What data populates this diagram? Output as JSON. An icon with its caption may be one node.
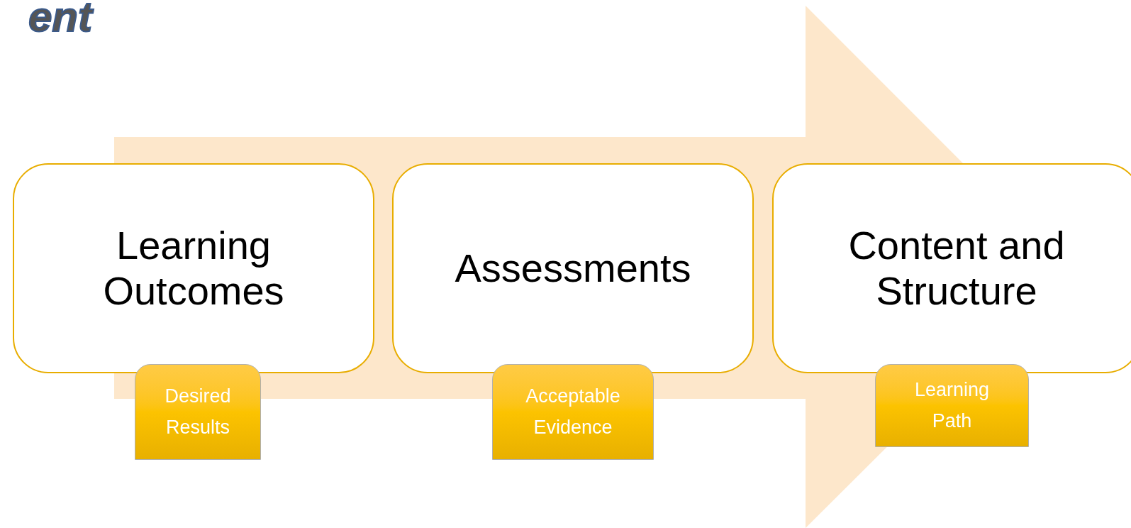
{
  "diagram": {
    "title": "ent",
    "nodes": [
      {
        "text": [
          "Learning Outcomes"
        ]
      },
      {
        "text": [
          "Assessments"
        ]
      },
      {
        "text": [
          "Content and Structure"
        ]
      },
      {
        "text": [
          "Desired Results"
        ]
      },
      {
        "text": [
          "Acceptable Evidence"
        ]
      },
      {
        "text": [
          "Learning Path"
        ]
      }
    ],
    "edges": [
      {
        "from": 0,
        "to": 2,
        "arrow": "to"
      }
    ]
  }
}
